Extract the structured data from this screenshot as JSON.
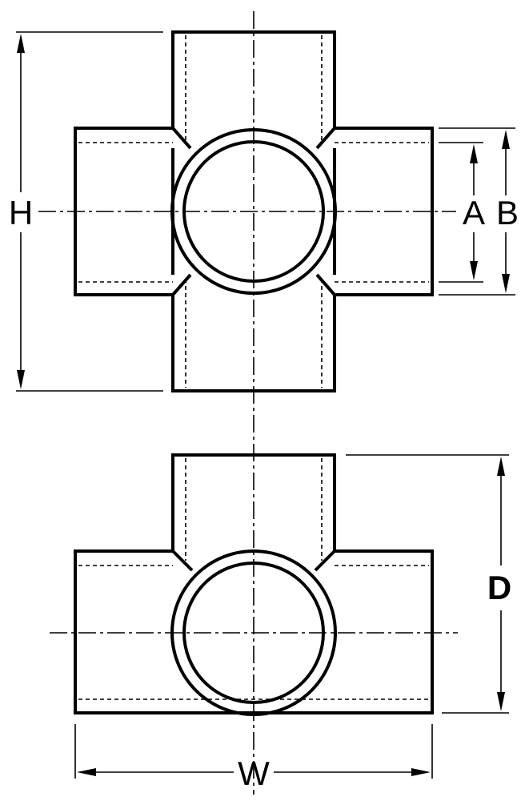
{
  "diagram": {
    "dimensions": {
      "height_label": "H",
      "inner_label": "A",
      "outer_label": "B",
      "depth_label": "D",
      "width_label": "W"
    },
    "colors": {
      "line": "#000000",
      "background": "#ffffff"
    }
  }
}
